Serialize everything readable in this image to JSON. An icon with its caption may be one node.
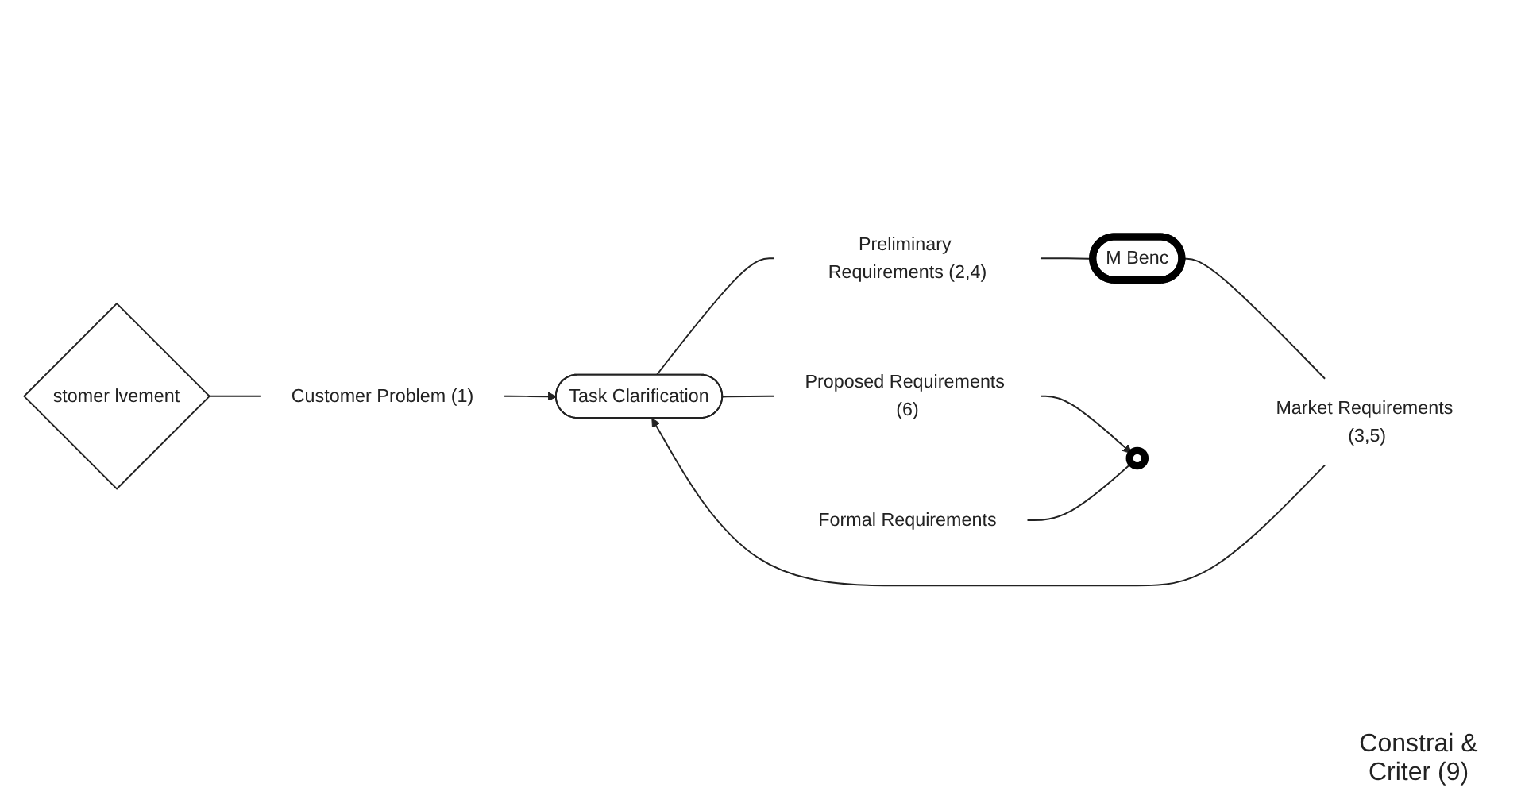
{
  "diagram": {
    "nodes": [
      {
        "text": [
          "Customer Problem (1)"
        ]
      },
      {
        "text": [
          "stomer lvement"
        ]
      },
      {
        "text": [
          "Task Clarification"
        ]
      },
      {
        "text": [
          "Preliminary Requirements (2,4)"
        ]
      },
      {
        "text": [
          "M Benc"
        ]
      },
      {
        "text": [
          "Market Requirements (3,5)"
        ]
      },
      {
        "text": [
          "Proposed Requirements (6)"
        ]
      },
      {
        "text": [
          "Formal Requirements"
        ]
      },
      {
        "text": [],
        "shape": "circle"
      }
    ],
    "edges": [
      {
        "from": 1,
        "to": 0,
        "arrow": "none"
      },
      {
        "from": 0,
        "to": 2,
        "arrow": "to"
      },
      {
        "from": 2,
        "to": 3,
        "arrow": "none"
      },
      {
        "from": 3,
        "to": 4,
        "arrow": "none"
      },
      {
        "from": 4,
        "to": 5,
        "arrow": "none"
      },
      {
        "from": 5,
        "to": 2,
        "arrow": "to"
      },
      {
        "from": 2,
        "to": 6,
        "arrow": "none"
      },
      {
        "from": 6,
        "to": 8,
        "arrow": "to"
      },
      {
        "from": 7,
        "to": 8,
        "arrow": "none"
      }
    ],
    "labels": [
      "Constrai & Criter (9)"
    ]
  }
}
